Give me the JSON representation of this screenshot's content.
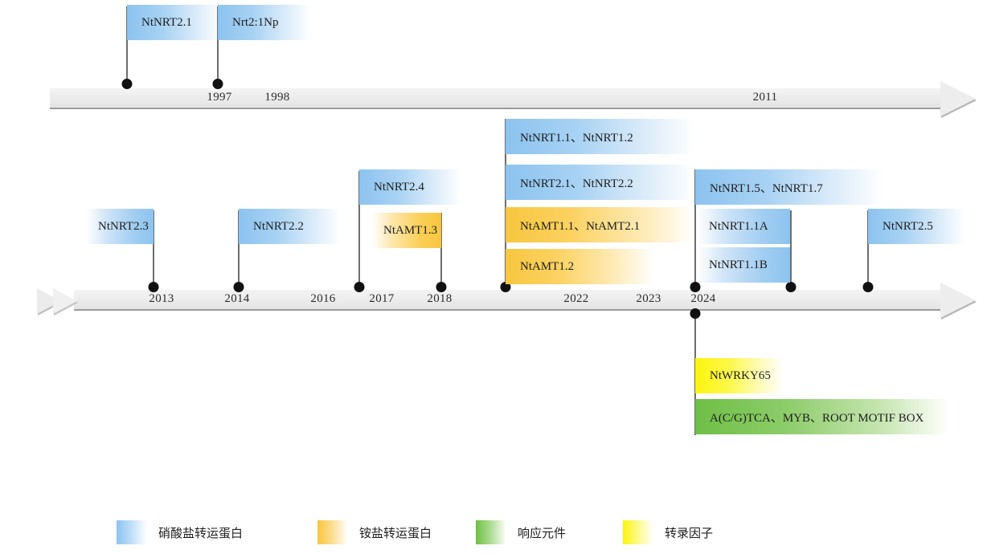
{
  "diagram": {
    "title": "Tobacco nitrogen transporter gene discovery timeline",
    "colors": {
      "nitrate_transporter": "#8cc3ef",
      "ammonium_transporter": "#f8c63f",
      "response_element": "#6fbf46",
      "transcription_factor": "#fbf40e",
      "axis": "#ededed",
      "axis_line": "#9b9b9b",
      "marker": "#111111",
      "pole": "#6d6d6d"
    }
  },
  "timelines": [
    {
      "id": "upper-timeline",
      "years": [
        "1997",
        "1998",
        "2011"
      ],
      "markers": [
        {
          "label": "NtNRT2.1",
          "year": "1997",
          "category": "nitrate_transporter",
          "direction": "right"
        },
        {
          "label": "Nrt2:1Np",
          "year": "1998",
          "category": "nitrate_transporter",
          "direction": "right"
        }
      ]
    },
    {
      "id": "lower-timeline",
      "years": [
        "2013",
        "2014",
        "2016",
        "2017",
        "2018",
        "2022",
        "2023",
        "2024"
      ],
      "markers": [
        {
          "label": "NtNRT2.3",
          "year": "2013",
          "category": "nitrate_transporter",
          "direction": "left"
        },
        {
          "label": "NtNRT2.2",
          "year": "2014",
          "category": "nitrate_transporter",
          "direction": "right"
        },
        {
          "label": "NtNRT2.4",
          "year": "2017",
          "category": "nitrate_transporter",
          "direction": "right"
        },
        {
          "label": "NtAMT1.3",
          "year": "2018",
          "category": "ammonium_transporter",
          "direction": "left"
        },
        {
          "label": "NtNRT1.1、NtNRT1.2",
          "year": "2021",
          "category": "nitrate_transporter",
          "direction": "right"
        },
        {
          "label": "NtNRT2.1、NtNRT2.2",
          "year": "2021",
          "category": "nitrate_transporter",
          "direction": "right"
        },
        {
          "label": "NtAMT1.1、NtAMT2.1",
          "year": "2021",
          "category": "ammonium_transporter",
          "direction": "right"
        },
        {
          "label": "NtAMT1.2",
          "year": "2021",
          "category": "ammonium_transporter",
          "direction": "right"
        },
        {
          "label": "NtNRT1.5、NtNRT1.7",
          "year": "2024",
          "category": "nitrate_transporter",
          "direction": "right"
        },
        {
          "label": "NtNRT1.1A",
          "year": "2025",
          "category": "nitrate_transporter",
          "direction": "left"
        },
        {
          "label": "NtNRT1.1B",
          "year": "2025",
          "category": "nitrate_transporter",
          "direction": "left"
        },
        {
          "label": "NtWRKY65",
          "year": "2024",
          "category": "transcription_factor",
          "direction": "right",
          "below": true
        },
        {
          "label": "A(C/G)TCA、MYB、ROOT MOTIF BOX",
          "year": "2024",
          "category": "response_element",
          "direction": "right",
          "below": true
        },
        {
          "label": "NtNRT2.5",
          "year": "2026",
          "category": "nitrate_transporter",
          "direction": "right"
        }
      ]
    }
  ],
  "legend": {
    "items": [
      {
        "label": "硝酸盐转运蛋白",
        "color_key": "nitrate_transporter"
      },
      {
        "label": "铵盐转运蛋白",
        "color_key": "ammonium_transporter"
      },
      {
        "label": "响应元件",
        "color_key": "response_element"
      },
      {
        "label": "转录因子",
        "color_key": "transcription_factor"
      }
    ]
  }
}
